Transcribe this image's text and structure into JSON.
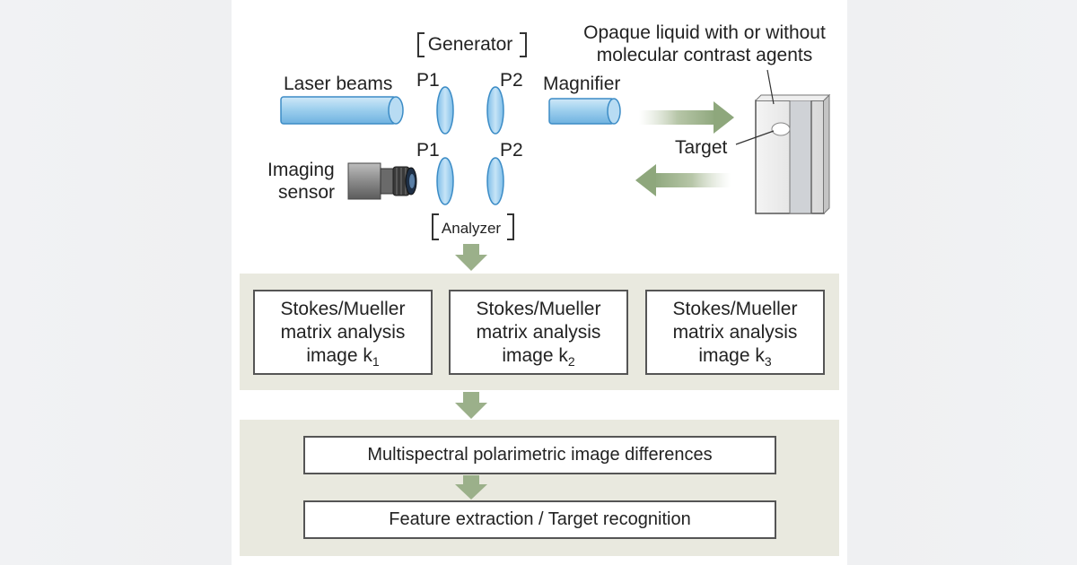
{
  "labels": {
    "generator": "Generator",
    "analyzer": "Analyzer",
    "laser": "Laser beams",
    "p1_top": "P1",
    "p2_top": "P2",
    "p1_bottom": "P1",
    "p2_bottom": "P2",
    "magnifier": "Magnifier",
    "imaging_line1": "Imaging",
    "imaging_line2": "sensor",
    "liquid_line1": "Opaque liquid with or without",
    "liquid_line2": "molecular contrast agents",
    "target": "Target"
  },
  "analysis_boxes": [
    {
      "line1": "Stokes/Mueller",
      "line2": "matrix analysis",
      "line3": "image k",
      "sub": "1"
    },
    {
      "line1": "Stokes/Mueller",
      "line2": "matrix analysis",
      "line3": "image k",
      "sub": "2"
    },
    {
      "line1": "Stokes/Mueller",
      "line2": "matrix analysis",
      "line3": "image k",
      "sub": "3"
    }
  ],
  "steps": {
    "differences": "Multispectral polarimetric image differences",
    "features": "Feature extraction / Target recognition"
  },
  "colors": {
    "optic_fill": "#9fd0ee",
    "optic_stroke": "#3c8cc6",
    "arrow": "#9bb08a",
    "band": "#e9e9df"
  }
}
